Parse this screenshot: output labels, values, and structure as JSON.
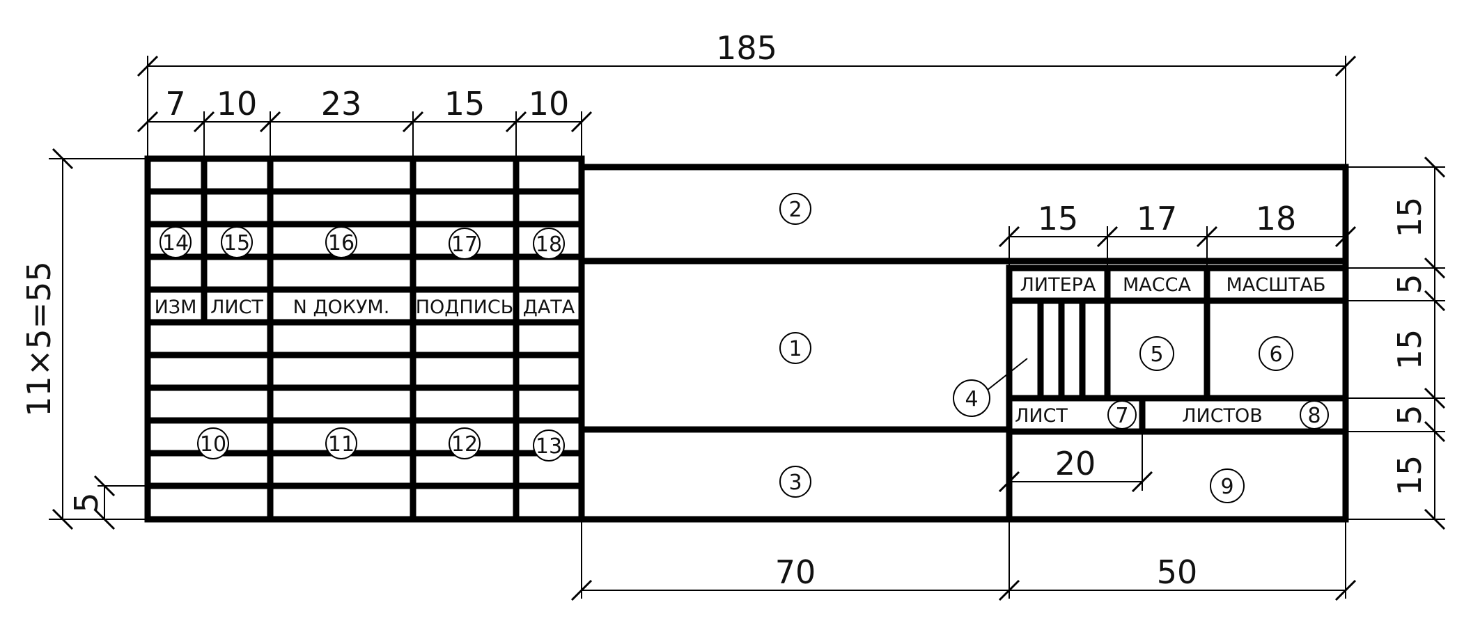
{
  "dimensions": {
    "overall_width": "185",
    "col_izm": "7",
    "col_list": "10",
    "col_ndokum": "23",
    "col_podpis": "15",
    "col_data": "10",
    "left_height": "11×5=55",
    "row_height": "5",
    "box1_width": "70",
    "box2_width": "50",
    "right_top": "15",
    "right_row5": "5",
    "right_mid": "15",
    "right_row5b": "5",
    "right_bot": "15",
    "litera_w": "15",
    "massa_w": "17",
    "masshtab_w": "18",
    "list_w": "20"
  },
  "headers": {
    "izm": "ИЗМ",
    "list": "ЛИСТ",
    "ndokum": "N ДОКУМ.",
    "podpis": "ПОДПИСЬ",
    "data": "ДАТА",
    "litera": "ЛИТЕРА",
    "massa": "МАССА",
    "masshtab": "МАСШТАБ",
    "list_right": "ЛИСТ",
    "listov": "ЛИСТОВ"
  },
  "markers": {
    "m1": "1",
    "m2": "2",
    "m3": "3",
    "m4": "4",
    "m5": "5",
    "m6": "6",
    "m7": "7",
    "m8": "8",
    "m9": "9",
    "m10": "10",
    "m11": "11",
    "m12": "12",
    "m13": "13",
    "m14": "14",
    "m15": "15",
    "m16": "16",
    "m17": "17",
    "m18": "18"
  }
}
